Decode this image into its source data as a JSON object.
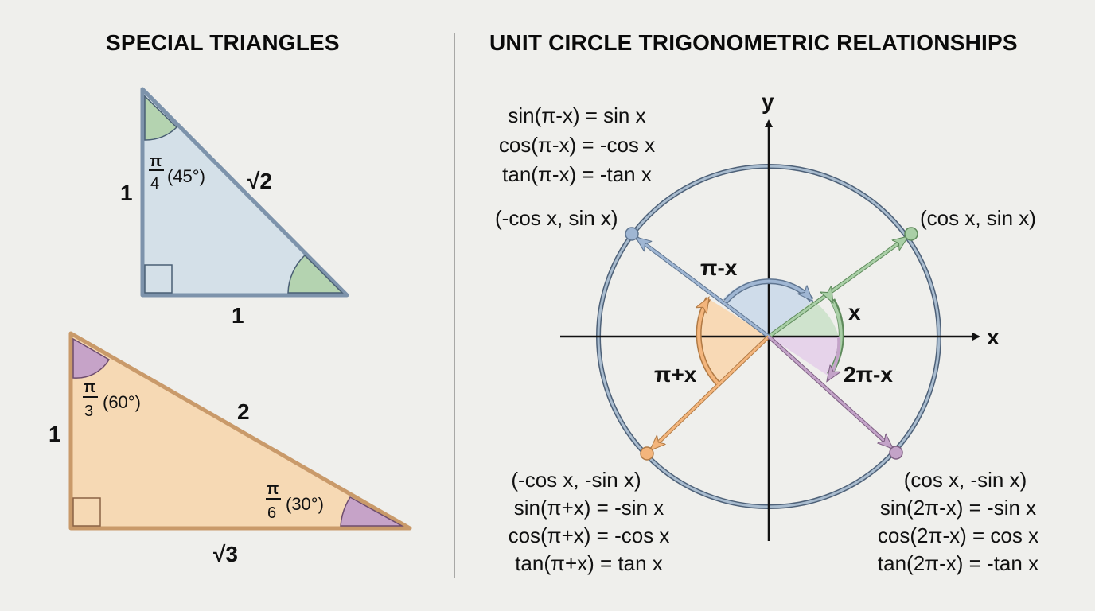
{
  "left_panel": {
    "title": "SPECIAL TRIANGLES",
    "triangle_45": {
      "fill_color": "#d4e0e8",
      "stroke_color": "#7d93ab",
      "angle_color": "#b4d3b0",
      "leg_vertical": "1",
      "leg_horizontal": "1",
      "hypotenuse": "√2",
      "angle_num": "π",
      "angle_den": "4",
      "angle_deg": "(45°)"
    },
    "triangle_30_60": {
      "fill_color": "#f6d9b4",
      "stroke_color": "#c99a6a",
      "angle_color": "#c6a3c8",
      "leg_vertical": "1",
      "leg_horizontal": "√3",
      "hypotenuse": "2",
      "top_angle_num": "π",
      "top_angle_den": "3",
      "top_angle_deg": "(60°)",
      "right_angle_num": "π",
      "right_angle_den": "6",
      "right_angle_deg": "(30°)"
    }
  },
  "right_panel": {
    "title": "UNIT CIRCLE TRIGONOMETRIC RELATIONSHIPS",
    "axes": {
      "x_label": "x",
      "y_label": "y"
    },
    "circle_color": "#8ea4bd",
    "points": {
      "q1": {
        "label": "(cos x, sin x)",
        "color": "#a9cfa6"
      },
      "q2": {
        "label": "(-cos x, sin x)",
        "color": "#9fb6d3"
      },
      "q3": {
        "label": "(-cos x, -sin x)",
        "color": "#f3b57c"
      },
      "q4": {
        "label": "(cos x, -sin x)",
        "color": "#c3a3c8"
      }
    },
    "angles": {
      "x": "x",
      "pi_minus_x": "π-x",
      "pi_plus_x": "π+x",
      "two_pi_minus_x": "2π-x"
    },
    "identities": {
      "q2": [
        "sin(π-x) = sin x",
        "cos(π-x) = -cos x",
        "tan(π-x) = -tan x"
      ],
      "q3": [
        "sin(π+x) = -sin x",
        "cos(π+x) = -cos x",
        "tan(π+x) = tan x"
      ],
      "q4": [
        "sin(2π-x) = -sin x",
        "cos(2π-x) = cos x",
        "tan(2π-x) = -tan x"
      ]
    }
  }
}
